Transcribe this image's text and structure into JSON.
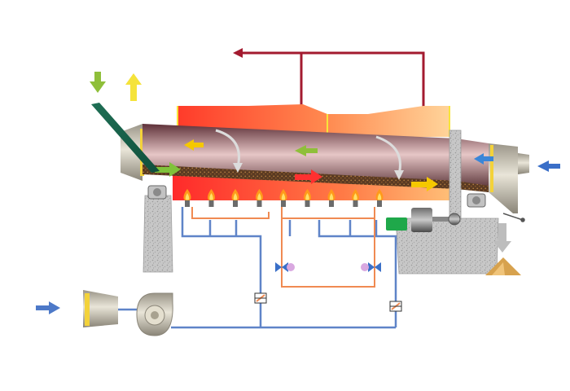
{
  "diagram": {
    "kind": "rotary-kiln-process",
    "colors": {
      "kiln_dark": "#5e3038",
      "kiln_light": "#e6c6c6",
      "hot_zone": "#ff3b2a",
      "warm_zone": "#ffc68a",
      "exhaust_line": "#a31a2f",
      "air_line": "#5f84c8",
      "gas_line": "#f08a52",
      "support": "#c9c9c9",
      "motor_green": "#1fa84a",
      "product_pile": "#d7a24e"
    },
    "components": [
      {
        "id": "kiln-shell",
        "icon": "rotating-drum"
      },
      {
        "id": "feed-chute",
        "icon": "inclined-chute"
      },
      {
        "id": "feed-hood",
        "icon": "feed-end-hood"
      },
      {
        "id": "discharge-hood",
        "icon": "discharge-end-hood"
      },
      {
        "id": "exhaust-duct",
        "icon": "flue-duct"
      },
      {
        "id": "burner-row",
        "icon": "flame",
        "count": 9
      },
      {
        "id": "combustion-fan",
        "icon": "blower"
      },
      {
        "id": "air-inlet-box",
        "icon": "intake-box"
      },
      {
        "id": "gear-motor",
        "icon": "drive-motor"
      },
      {
        "id": "support-pier-left",
        "icon": "concrete-pier"
      },
      {
        "id": "support-pier-right",
        "icon": "concrete-pier"
      },
      {
        "id": "seal-ring",
        "icon": "ring-seal"
      },
      {
        "id": "product-pile",
        "icon": "material-pile"
      },
      {
        "id": "control-valves",
        "icon": "butterfly-valve",
        "count": 2
      },
      {
        "id": "gas-valves",
        "icon": "gas-valve",
        "count": 2
      }
    ],
    "flow_arrows": [
      {
        "id": "feed-in",
        "color": "#8fbf3a",
        "direction": "down"
      },
      {
        "id": "exhaust-out",
        "color": "#f5e33a",
        "direction": "up"
      },
      {
        "id": "gas-flow-1",
        "color": "#f5c800",
        "direction": "left"
      },
      {
        "id": "gas-flow-2",
        "color": "#8fbf3a",
        "direction": "left"
      },
      {
        "id": "material-flow-1",
        "color": "#7fc23a",
        "direction": "right"
      },
      {
        "id": "material-flow-2",
        "color": "#ff3030",
        "direction": "right"
      },
      {
        "id": "material-flow-3",
        "color": "#f5c800",
        "direction": "right"
      },
      {
        "id": "cooling-air-in",
        "color": "#3a86d8",
        "direction": "left"
      },
      {
        "id": "outside-air-in",
        "color": "#3a6fc8",
        "direction": "left"
      },
      {
        "id": "inlet-air",
        "color": "#4d79c8",
        "direction": "right"
      },
      {
        "id": "product-out",
        "color": "#bdbdbd",
        "direction": "down"
      }
    ]
  }
}
